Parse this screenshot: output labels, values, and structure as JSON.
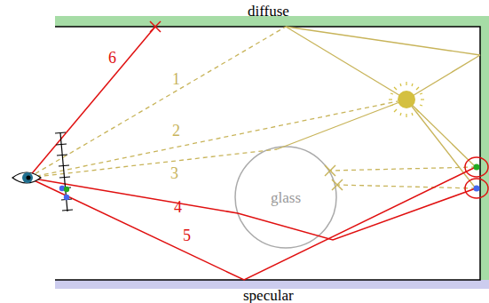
{
  "diagram": {
    "nodes": [
      {
        "text": [
          "diffuse"
        ]
      },
      {
        "text": [
          "glass"
        ]
      },
      {
        "text": [
          "specular"
        ]
      }
    ],
    "labels": [
      "1",
      "2",
      "3",
      "4",
      "5",
      "6"
    ]
  }
}
